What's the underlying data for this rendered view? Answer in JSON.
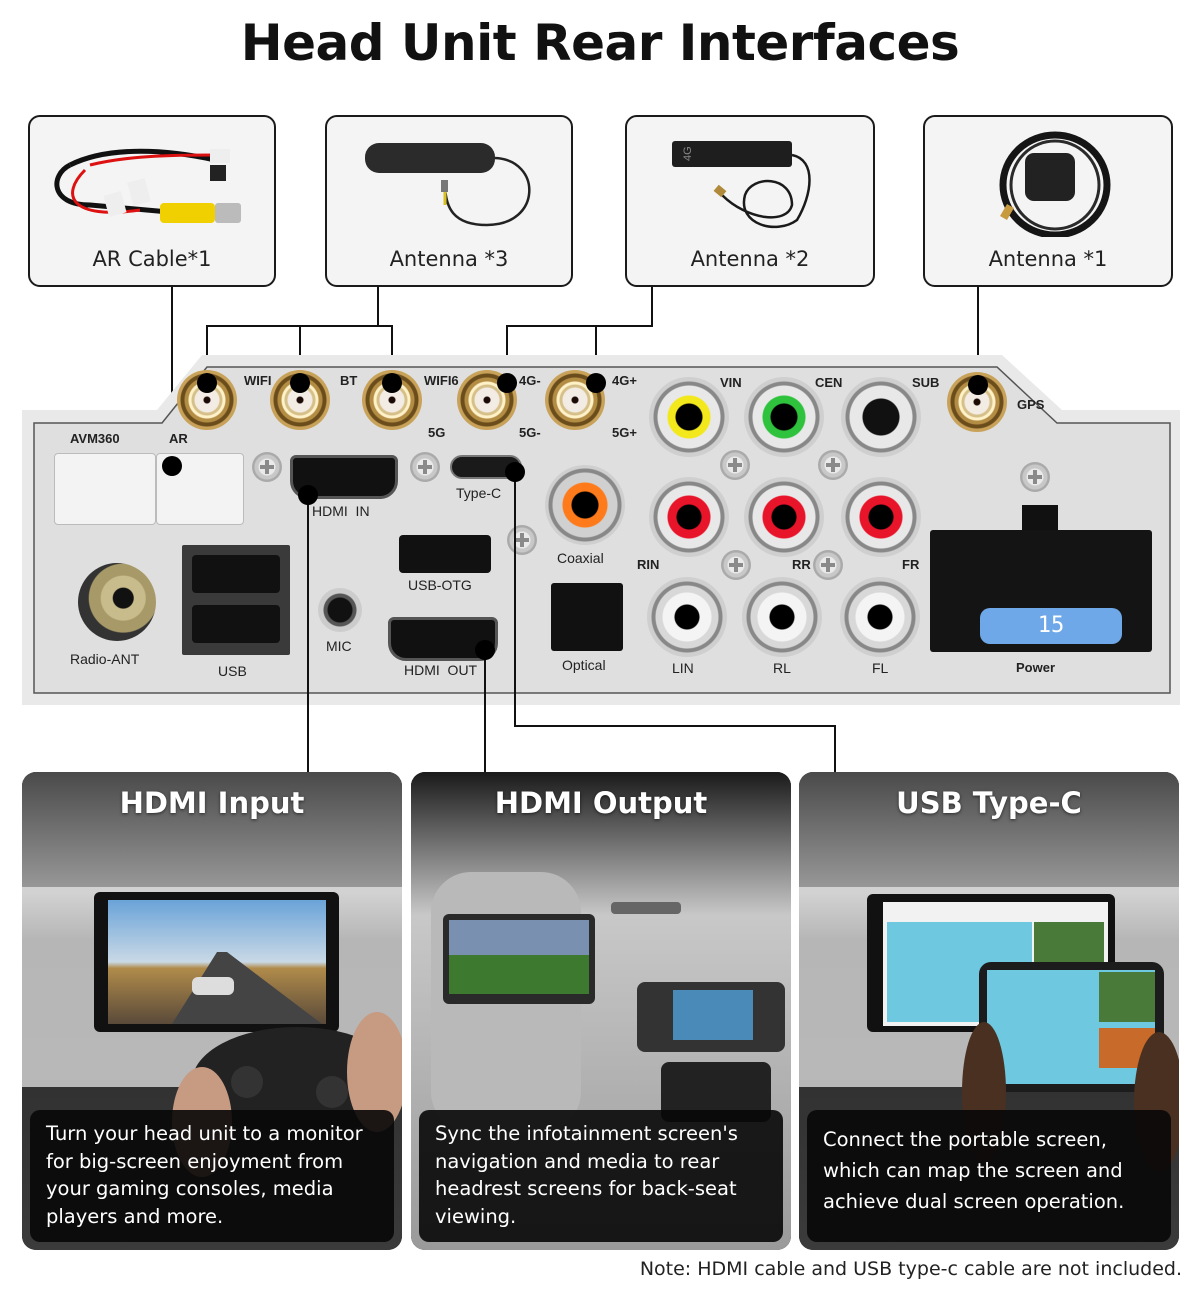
{
  "title": "Head Unit Rear Interfaces",
  "accessories": [
    {
      "label": "AR Cable*1",
      "icon": "ar-cable"
    },
    {
      "label": "Antenna *3",
      "icon": "stick-antenna"
    },
    {
      "label": "Antenna *2",
      "icon": "4g-antenna",
      "badge": "4G"
    },
    {
      "label": "Antenna *1",
      "icon": "gps-antenna"
    }
  ],
  "panel": {
    "sma_ports": [
      {
        "label": "WIFI"
      },
      {
        "label": "BT"
      },
      {
        "label": "WIFI6",
        "sub": "5G"
      },
      {
        "label": "4G-",
        "sub": "5G-"
      },
      {
        "label": "4G+",
        "sub": "5G+"
      },
      {
        "label": "GPS"
      }
    ],
    "labels": {
      "avm360": "AVM360",
      "ar": "AR",
      "hdmi_in": "HDMI  IN",
      "type_c": "Type-C",
      "coaxial": "Coaxial",
      "vin": "VIN",
      "cen": "CEN",
      "sub": "SUB",
      "radio_ant": "Radio-ANT",
      "usb": "USB",
      "mic": "MIC",
      "usb_otg": "USB-OTG",
      "hdmi_out": "HDMI  OUT",
      "optical": "Optical",
      "rin": "RIN",
      "rr": "RR",
      "fr": "FR",
      "lin": "LIN",
      "rl": "RL",
      "fl": "FL",
      "power": "Power",
      "fuse": "15"
    },
    "colors": {
      "vin": "#f2e81c",
      "cen": "#2fc23c",
      "sub": "#1a1a1a",
      "coaxial": "#ff7a1a",
      "red": "#e8142a",
      "white": "#f4f4f4",
      "fuse": "#6fa8e8"
    }
  },
  "features": [
    {
      "title": "HDMI Input",
      "description": "Turn your head unit to a monitor for big-screen enjoyment from your gaming consoles, media players and more."
    },
    {
      "title": "HDMI Output",
      "description": "Sync the infotainment screen's navigation and media to rear headrest screens for back-seat viewing."
    },
    {
      "title": "USB Type-C",
      "description": "Connect the portable screen, which can map the screen and achieve dual screen operation."
    }
  ],
  "note": "Note: HDMI cable and USB type-c cable are not included."
}
